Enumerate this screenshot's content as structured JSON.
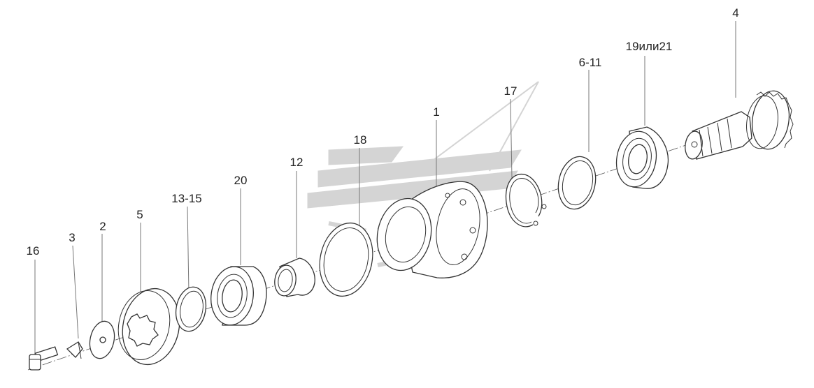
{
  "colors": {
    "ink": "#333333",
    "leader": "#777777",
    "shade": "#c8c8c8",
    "logo": "#d0d0d0"
  },
  "labels": {
    "p16": "16",
    "p3": "3",
    "p2": "2",
    "p5": "5",
    "p13_15": "13-15",
    "p20": "20",
    "p12": "12",
    "p18": "18",
    "p1": "1",
    "p17": "17",
    "p6_11": "6-11",
    "p19_21": "19или21",
    "p4": "4"
  }
}
